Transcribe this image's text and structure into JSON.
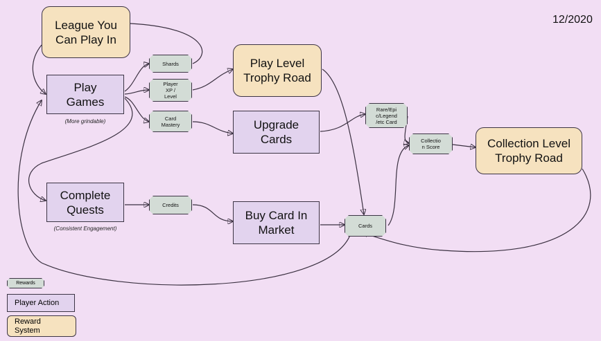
{
  "date": "12/2020",
  "nodes": {
    "league": "League You\nCan Play In",
    "play_games": "Play\nGames",
    "play_level_trophy_road": "Play Level\nTrophy Road",
    "upgrade_cards": "Upgrade\nCards",
    "complete_quests": "Complete\nQuests",
    "buy_card_in_market": "Buy Card In\nMarket",
    "collection_level_trophy_road": "Collection Level\nTrophy Road"
  },
  "tokens": {
    "shards": "Shards",
    "player_xp_level": "Player\nXP /\nLevel",
    "card_mastery": "Card\nMastery",
    "credits": "Credits",
    "rarity": "Rare/Epi\nc/Legend\n/etc Card",
    "collection_score": "Collectio\nn Score",
    "cards": "Cards"
  },
  "captions": {
    "play_games": "(More grindable)",
    "complete_quests": "(Consistent Engagement)"
  },
  "legend": {
    "rewards": "Rewards",
    "player_action": "Player Action",
    "reward_system": "Reward\nSystem"
  }
}
